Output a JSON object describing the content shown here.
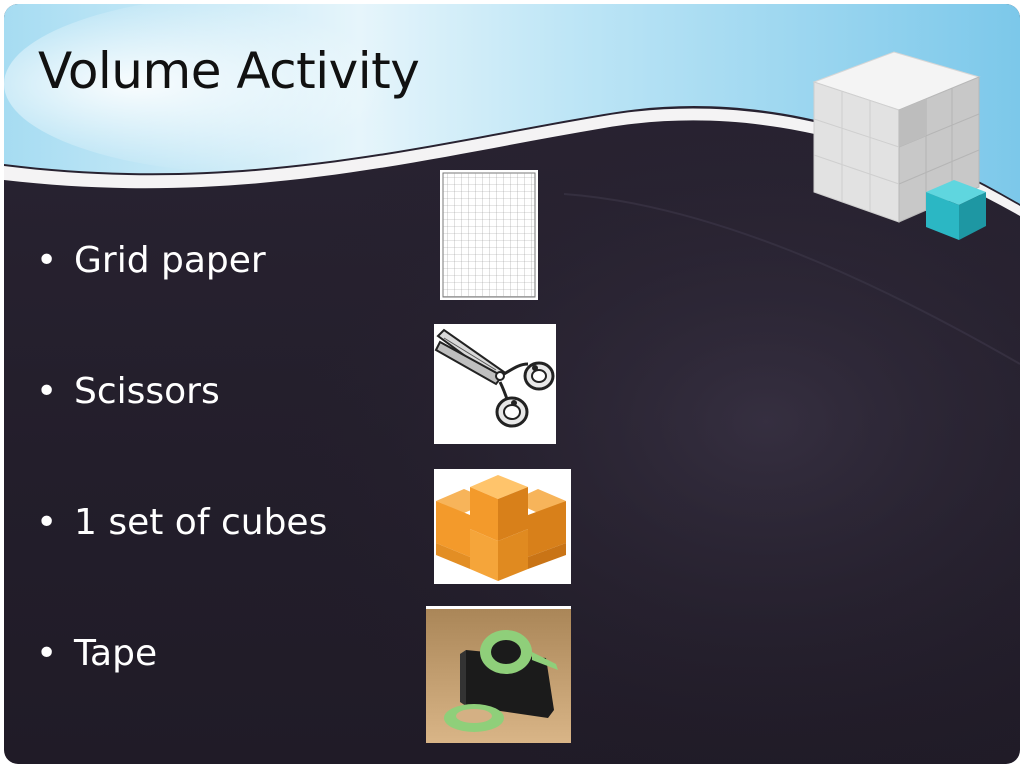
{
  "slide": {
    "title": "Volume Activity",
    "bullet_char": "•",
    "bullets": [
      {
        "label": "Grid paper",
        "image_icon": "grid-paper-icon"
      },
      {
        "label": "Scissors",
        "image_icon": "scissors-icon"
      },
      {
        "label": "1 set of cubes",
        "image_icon": "cubes-icon"
      },
      {
        "label": "Tape",
        "image_icon": "tape-dispenser-icon"
      }
    ],
    "decoration_icon": "stacked-cubes-icon"
  },
  "colors": {
    "background": "#231e2b",
    "header_sky": "#8fd0ee",
    "text": "#ffffff",
    "title_text": "#111111",
    "cube_accent": "#2bb7c4",
    "cubes_orange": "#f39a2b",
    "tape_green": "#8fcf7a"
  }
}
